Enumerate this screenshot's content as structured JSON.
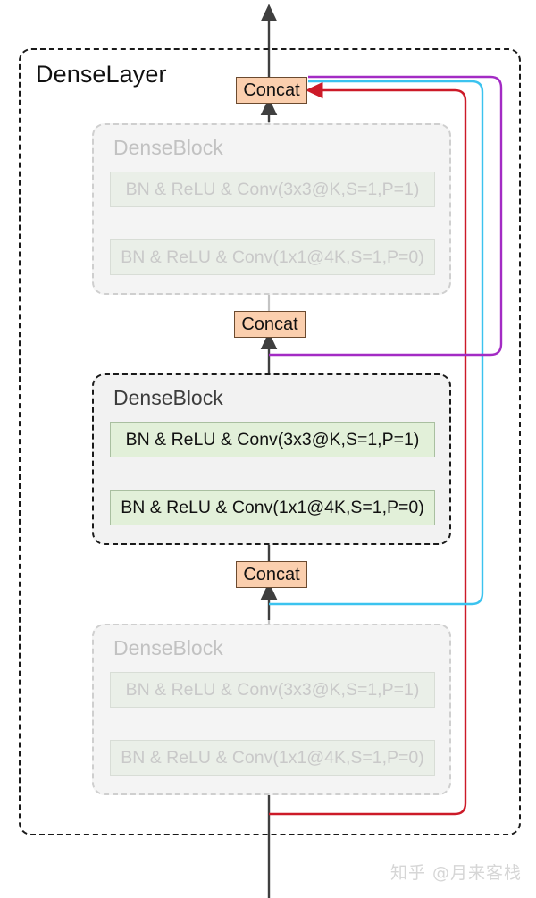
{
  "diagram": {
    "title": "DenseLayer",
    "outer_block_label": "DenseLayer",
    "concat_label": "Concat",
    "block_label": "DenseBlock",
    "conv_3x3_label": "BN & ReLU & Conv(3x3@K,S=1,P=1)",
    "conv_1x1_label": "BN & ReLU & Conv(1x1@4K,S=1,P=0)",
    "watermark": "知乎 @月来客栈"
  },
  "colors": {
    "concat_fill": "#fbcfae",
    "concat_border": "#6b4a2f",
    "conv_fill": "#e2f0d9",
    "conv_border": "#a9bfa0",
    "block_fill": "#f2f2f2",
    "frame_stroke": "#1a1a1a",
    "skip_red": "#cc1a28",
    "skip_cyan": "#3bc3ef",
    "skip_purple": "#a32bc4",
    "faded_text": "#c2c2c2",
    "flow_arrow": "#3f3f3f"
  },
  "blocks": [
    {
      "name": "dense-block-top",
      "state": "faded",
      "title": "DenseBlock"
    },
    {
      "name": "dense-block-middle",
      "state": "highlighted",
      "title": "DenseBlock"
    },
    {
      "name": "dense-block-bottom",
      "state": "faded",
      "title": "DenseBlock"
    }
  ],
  "concats": [
    {
      "name": "concat-top",
      "label": "Concat"
    },
    {
      "name": "concat-middle",
      "label": "Concat"
    },
    {
      "name": "concat-bottom",
      "label": "Concat"
    }
  ],
  "skip_connections": [
    {
      "name": "skip-red",
      "color": "#cc1a28",
      "from": "bottom-input",
      "to": "concat-top"
    },
    {
      "name": "skip-cyan",
      "color": "#3bc3ef",
      "from": "concat-bottom",
      "to": "concat-top"
    },
    {
      "name": "skip-purple",
      "color": "#a32bc4",
      "from": "concat-middle",
      "to": "concat-top"
    }
  ]
}
